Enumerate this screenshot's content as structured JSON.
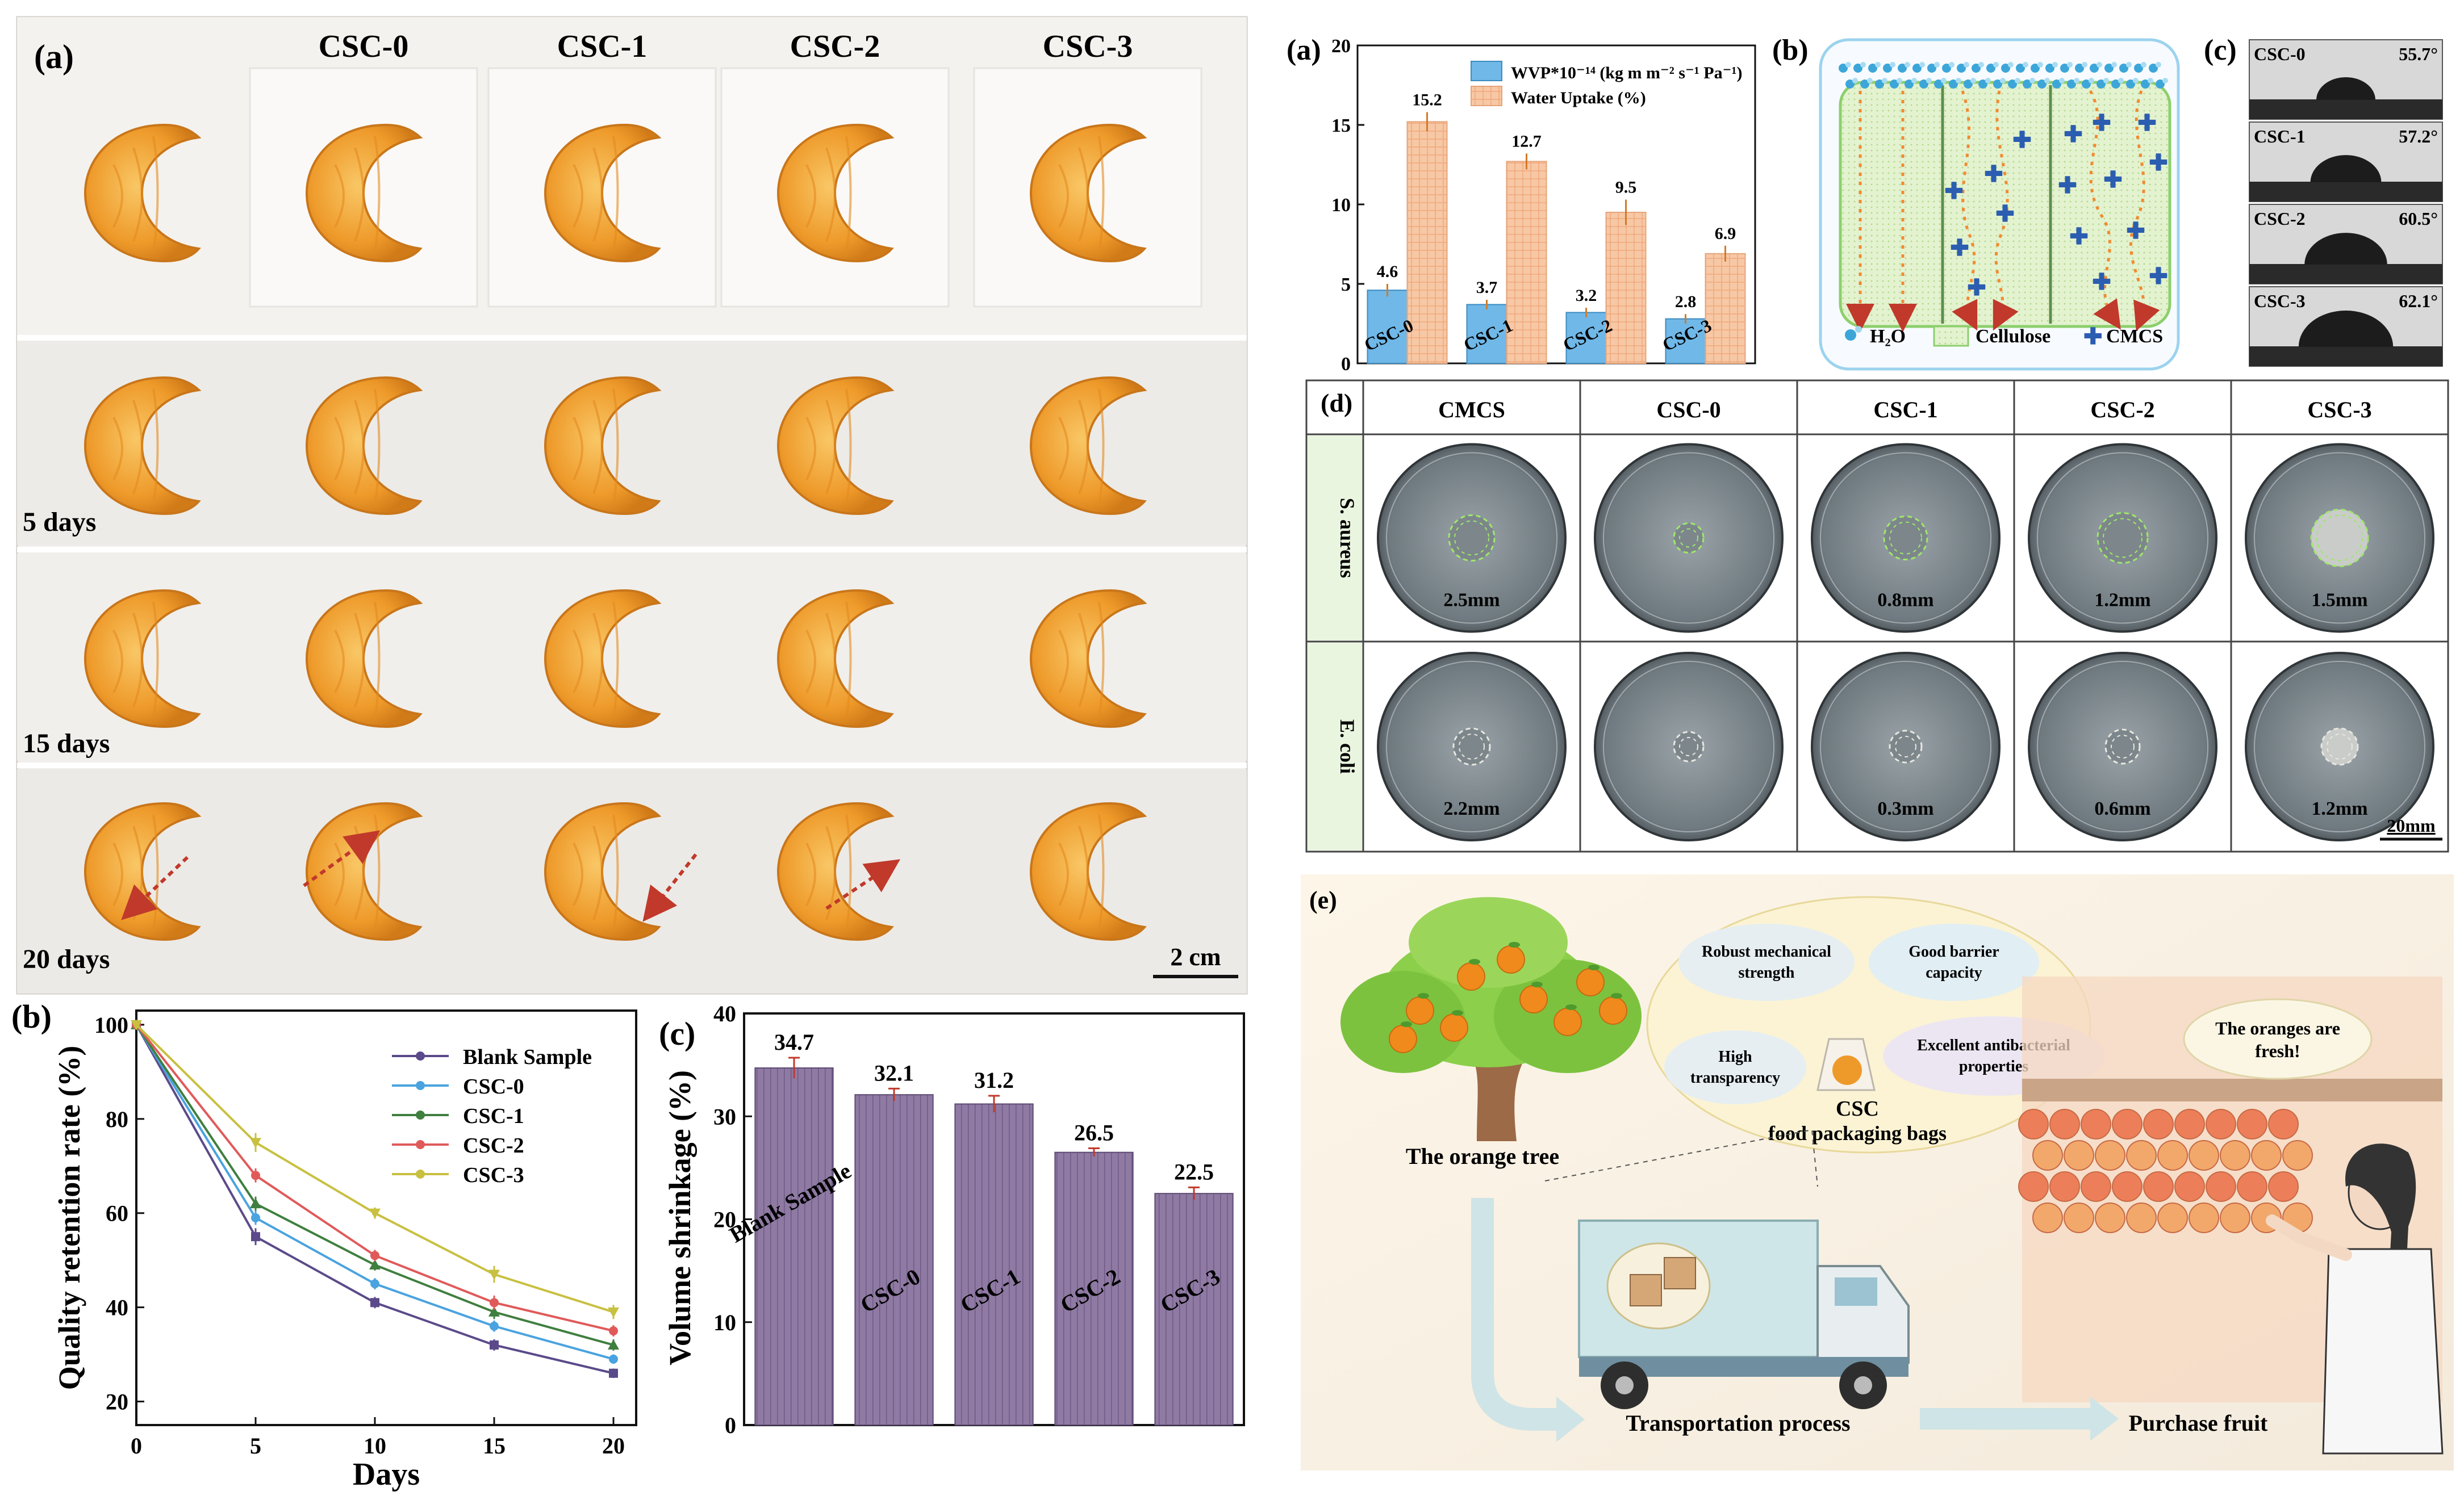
{
  "colors": {
    "orange_fill": "#f0a030",
    "orange_dark": "#d98a1c",
    "bar_purple": "#8f7aa3",
    "bar_blue": "#6fb8e8",
    "bar_peach": "#f7c8a5",
    "green_zone": "#e9f4dc",
    "error_red": "#c0392b",
    "blank_line": "#5b4a8a",
    "csc0_line": "#4aa3df",
    "csc1_line": "#3f7f3f",
    "csc2_line": "#e05a5a",
    "csc3_line": "#c8c040"
  },
  "photo_panel": {
    "label": "(a)",
    "columns": [
      "CSC-0",
      "CSC-1",
      "CSC-2",
      "CSC-3"
    ],
    "rows": [
      "5 days",
      "15 days",
      "20 days"
    ],
    "scale_bar": "2 cm"
  },
  "quality_chart": {
    "label": "(b)",
    "chart_data": {
      "type": "line",
      "xlabel": "Days",
      "ylabel": "Quality retention rate (%)",
      "x": [
        0,
        5,
        10,
        15,
        20
      ],
      "xlim": [
        0,
        20
      ],
      "ylim": [
        15,
        103
      ],
      "xticks": [
        0,
        5,
        10,
        15,
        20
      ],
      "yticks": [
        20,
        40,
        60,
        80,
        100
      ],
      "legend_position": "top-right",
      "series": [
        {
          "name": "Blank Sample",
          "values": [
            100,
            55,
            41,
            32,
            26
          ],
          "errors": [
            0,
            1.8,
            1.2,
            1.2,
            1.0
          ],
          "color": "#5b4a8a",
          "marker": "square"
        },
        {
          "name": "CSC-0",
          "values": [
            100,
            59,
            45,
            36,
            29
          ],
          "errors": [
            0,
            1.5,
            1.2,
            1.2,
            1.0
          ],
          "color": "#4aa3df",
          "marker": "circle"
        },
        {
          "name": "CSC-1",
          "values": [
            100,
            62,
            49,
            39,
            32
          ],
          "errors": [
            0,
            1.5,
            1.2,
            1.5,
            1.2
          ],
          "color": "#3f7f3f",
          "marker": "triangle-up"
        },
        {
          "name": "CSC-2",
          "values": [
            100,
            68,
            51,
            41,
            35
          ],
          "errors": [
            0,
            1.5,
            1.2,
            1.5,
            1.2
          ],
          "color": "#e05a5a",
          "marker": "circle"
        },
        {
          "name": "CSC-3",
          "values": [
            100,
            75,
            60,
            47,
            39
          ],
          "errors": [
            0,
            2.0,
            1.2,
            1.8,
            1.5
          ],
          "color": "#c8c040",
          "marker": "triangle-down"
        }
      ]
    }
  },
  "shrinkage_chart": {
    "label": "(c)",
    "chart_data": {
      "type": "bar",
      "ylabel": "Volume shrinkage (%)",
      "categories": [
        "Blank Sample",
        "CSC-0",
        "CSC-1",
        "CSC-2",
        "CSC-3"
      ],
      "values": [
        34.7,
        32.1,
        31.2,
        26.5,
        22.5
      ],
      "value_labels": [
        "34.7",
        "32.1",
        "31.2",
        "26.5",
        "22.5"
      ],
      "errors": [
        1.0,
        0.6,
        0.8,
        0.4,
        0.6
      ],
      "ylim": [
        0,
        40
      ],
      "yticks": [
        0,
        10,
        20,
        30,
        40
      ]
    }
  },
  "wvp_chart": {
    "label": "(a)",
    "legend": [
      "WVP*10⁻¹⁴ (kg m m⁻² s⁻¹ Pa⁻¹)",
      "Water Uptake (%)"
    ],
    "chart_data": {
      "type": "bar",
      "categories": [
        "CSC-0",
        "CSC-1",
        "CSC-2",
        "CSC-3"
      ],
      "series": [
        {
          "name": "WVP*10⁻¹⁴ (kg m m⁻² s⁻¹ Pa⁻¹)",
          "values": [
            4.6,
            3.7,
            3.2,
            2.8
          ],
          "value_labels": [
            "4.6",
            "3.7",
            "3.2",
            "2.8"
          ],
          "errors": [
            0.4,
            0.3,
            0.3,
            0.3
          ],
          "color": "#6fb8e8"
        },
        {
          "name": "Water Uptake (%)",
          "values": [
            15.2,
            12.7,
            9.5,
            6.9
          ],
          "value_labels": [
            "15.2",
            "12.7",
            "9.5",
            "6.9"
          ],
          "errors": [
            0.6,
            0.5,
            0.8,
            0.5
          ],
          "color": "#f7c8a5"
        }
      ],
      "ylim": [
        0,
        20
      ],
      "yticks": [
        0,
        5,
        10,
        15,
        20
      ],
      "legend_position": "top-right"
    }
  },
  "barrier_diagram": {
    "label": "(b)",
    "legend": {
      "water": "H₂O",
      "cellulose": "Cellulose",
      "cmcs": "CMCS"
    }
  },
  "contact_angle": {
    "label": "(c)",
    "samples": [
      {
        "name": "CSC-0",
        "angle": "55.7°"
      },
      {
        "name": "CSC-1",
        "angle": "57.2°"
      },
      {
        "name": "CSC-2",
        "angle": "60.5°"
      },
      {
        "name": "CSC-3",
        "angle": "62.1°"
      }
    ]
  },
  "antibacterial": {
    "label": "(d)",
    "columns": [
      "CMCS",
      "CSC-0",
      "CSC-1",
      "CSC-2",
      "CSC-3"
    ],
    "rows": [
      {
        "name": "S. aureus",
        "zones": [
          "2.5mm",
          "",
          "0.8mm",
          "1.2mm",
          "1.5mm"
        ]
      },
      {
        "name": "E. coli",
        "zones": [
          "2.2mm",
          "",
          "0.3mm",
          "0.6mm",
          "1.2mm"
        ]
      }
    ],
    "scale_bar": "20mm"
  },
  "scenario": {
    "label": "(e)",
    "properties": [
      "Robust mechanical strength",
      "Good barrier capacity",
      "High transparency",
      "Excellent antibacterial properties"
    ],
    "bag_title": "CSC",
    "bag_subtitle": "food packaging bags",
    "tree_label": "The orange tree",
    "transport_label": "Transportation process",
    "purchase_label": "Purchase fruit",
    "speech": "The oranges are fresh!"
  }
}
